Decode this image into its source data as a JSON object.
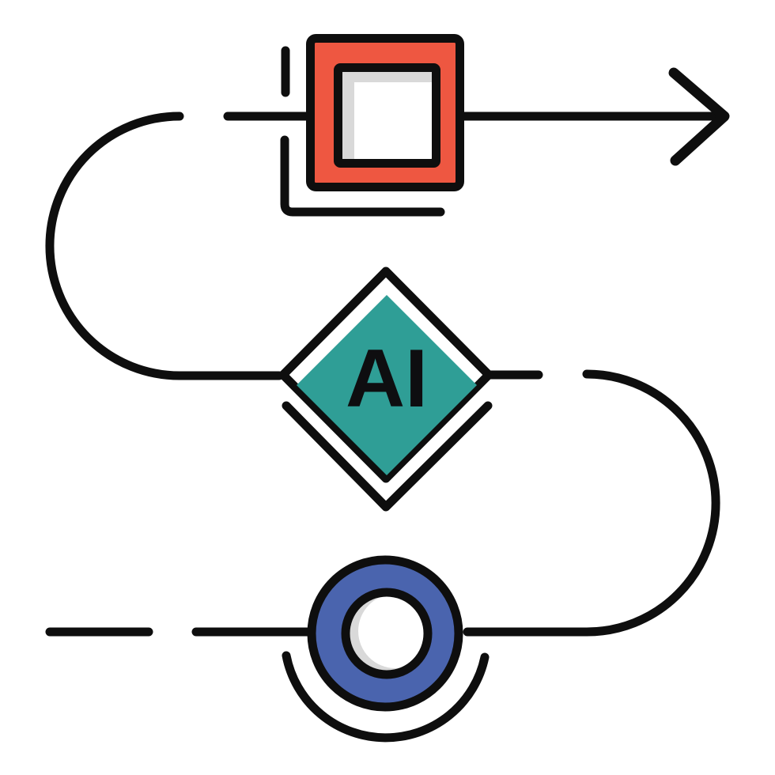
{
  "illustration": {
    "kind": "flowchart-process-icon",
    "background": "#ffffff",
    "nodes": {
      "process_square": {
        "shape": "square",
        "label": ""
      },
      "ai_diamond": {
        "shape": "diamond",
        "label": "AI"
      },
      "connector_circle": {
        "shape": "circle",
        "label": ""
      }
    },
    "flow": {
      "arrow_direction": "right",
      "path_order": [
        "process_square",
        "ai_diamond",
        "connector_circle"
      ]
    }
  },
  "colors": {
    "line": "#0e0e0e",
    "square": "#ee5741",
    "diamond": "#2f9e96",
    "circle": "#4a64ae",
    "shadow": "#d9d9d9",
    "white": "#ffffff",
    "label": "#0e0e10",
    "background": "#ffffff"
  }
}
